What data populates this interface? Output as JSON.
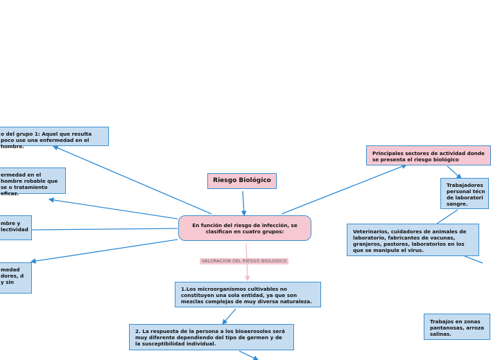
{
  "title": "Riesgo Biológico",
  "center": "En función del riesgo de infección, se clasifican en cuatro grupos:",
  "link_label": "VALORACION DEL RIESGO BIOLOGICO",
  "left_nodes": [
    "o del grupo 1: Aquel que resulta poco use una enfermedad en el hombre.",
    "ermedad en el hombre robable que se o tratamiento eficaz.",
    "mbre y lectividad",
    "medad dores, d y sin"
  ],
  "bottom_nodes": [
    "1.Los microorganismos cultivables no constituyen una sola entidad, ya que son mezclas complejas de muy diversa naturaleza.",
    "2. La respuesta de la persona a los bioaerosoles será muy diferente dependiendo del tipo de germen y de la susceptibilidad individual."
  ],
  "right_nodes": [
    "Principales sectores de actividad donde se presenta el riesgo biológico",
    "Trabajadores personal técn de laboratori sangre.",
    "Veterinarios, cuidadores de animales de laboratorio, fabricantes de vacunas, granjeros, pastores, laboratorios en los que se manipule el virus.",
    "Trabajos en zonas pantanosas, arroza salinas."
  ],
  "colors": {
    "blue_fill": "#c6ddf1",
    "pink_fill": "#f6c8d2",
    "line": "#2e8bd6",
    "pink_line": "#f3b9c6"
  }
}
